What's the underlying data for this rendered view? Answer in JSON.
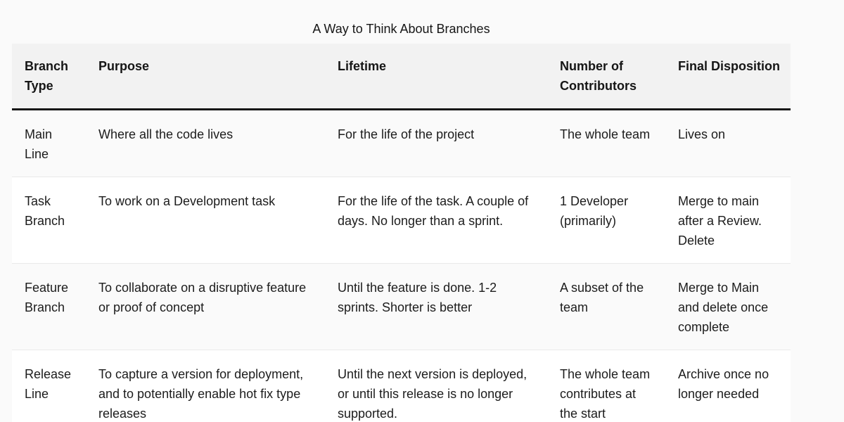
{
  "page": {
    "title": "A Way to Think About Branches"
  },
  "colors": {
    "page_background": "#fafafa",
    "header_background": "#f2f2f2",
    "header_rule": "#161616",
    "row_separator": "#e9e9e9",
    "row_stripe": "#fafafa",
    "row_plain": "#ffffff",
    "text": "#1c1c1c"
  },
  "table": {
    "headers": [
      "Branch Type",
      "Purpose",
      "Lifetime",
      "Number of Contributors",
      "Final Disposition"
    ],
    "rows": [
      [
        "Main Line",
        "Where all the code lives",
        "For the life of the project",
        "The whole team",
        "Lives on"
      ],
      [
        "Task Branch",
        "To work on a Development task",
        "For the life of the task. A couple of days. No longer than a sprint.",
        "1 Developer (primarily)",
        "Merge to main after a Review. Delete"
      ],
      [
        "Feature Branch",
        "To collaborate on a disruptive feature or proof of concept",
        "Until the feature is done. 1-2 sprints. Shorter is better",
        "A subset of the team",
        "Merge to Main and delete once complete"
      ],
      [
        "Release Line",
        "To capture a version for deployment, and to potentially enable hot fix type releases",
        "Until the next version is deployed, or until this release is no longer supported.",
        "The whole team contributes at the start",
        "Archive once no longer needed"
      ]
    ]
  }
}
